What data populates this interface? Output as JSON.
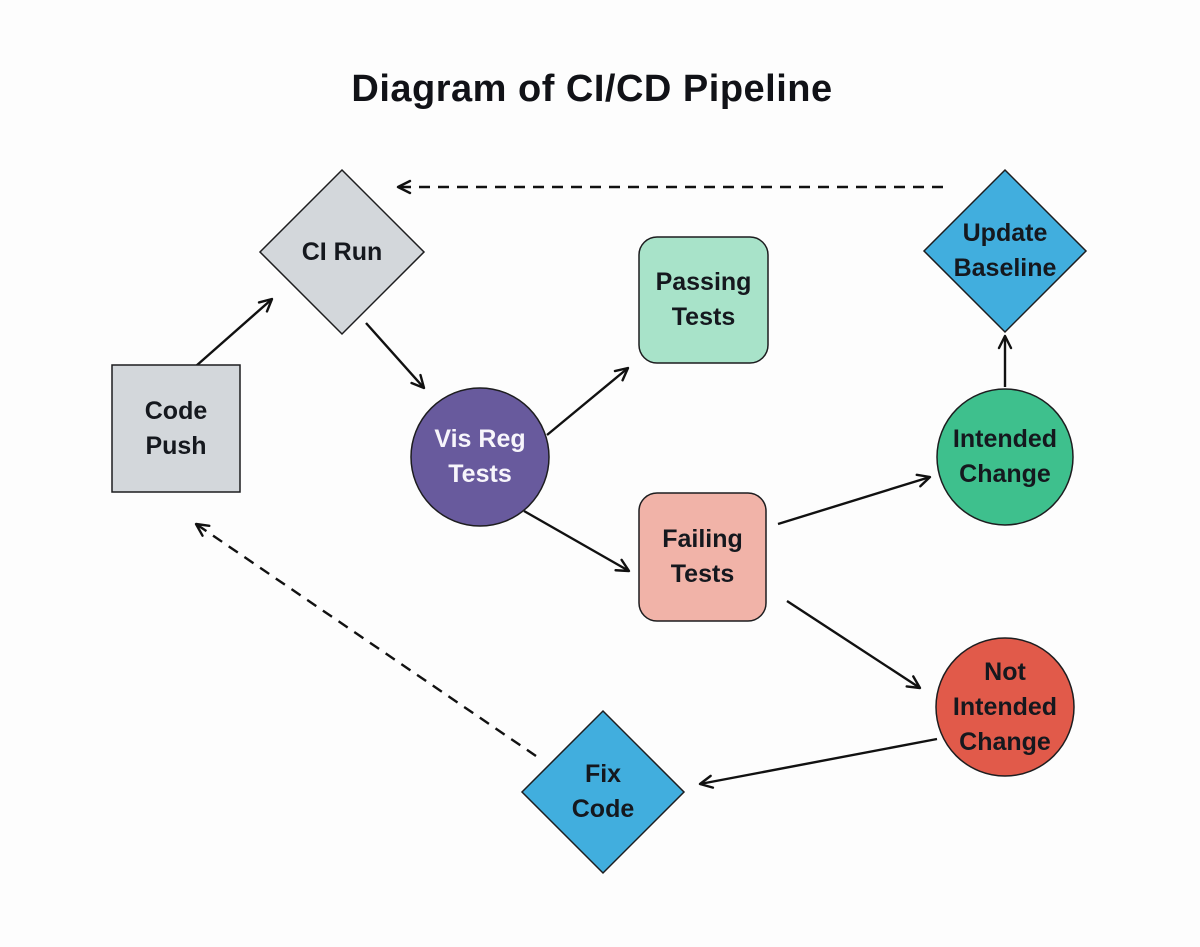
{
  "title": "Diagram of CI/CD Pipeline",
  "colors": {
    "background": "#fdfdfd",
    "shape_stroke": "#1d1d1f",
    "arrow": "#111111",
    "title_text": "#111217",
    "dark_label_text": "#15181e",
    "light_label_text": "#f7f5fb",
    "gray": "#d3d7db",
    "purple": "#685a9d",
    "mint": "#a8e3c9",
    "salmon": "#f1b3a8",
    "green": "#3ec08d",
    "red": "#e15a4a",
    "blue": "#41aede"
  },
  "nodes": {
    "code_push": {
      "shape": "square",
      "fill": "#d3d7db",
      "text_color": "#15181e",
      "lines": [
        "Code",
        "Push"
      ]
    },
    "ci_run": {
      "shape": "diamond",
      "fill": "#d3d7db",
      "text_color": "#15181e",
      "lines": [
        "CI Run"
      ]
    },
    "vis_reg_tests": {
      "shape": "circle",
      "fill": "#685a9d",
      "text_color": "#f7f5fb",
      "lines": [
        "Vis Reg",
        "Tests"
      ]
    },
    "passing_tests": {
      "shape": "rounded-square",
      "fill": "#a8e3c9",
      "text_color": "#15181e",
      "lines": [
        "Passing",
        "Tests"
      ]
    },
    "failing_tests": {
      "shape": "rounded-square",
      "fill": "#f1b3a8",
      "text_color": "#15181e",
      "lines": [
        "Failing",
        "Tests"
      ]
    },
    "intended_change": {
      "shape": "circle",
      "fill": "#3ec08d",
      "text_color": "#15181e",
      "lines": [
        "Intended",
        "Change"
      ]
    },
    "update_baseline": {
      "shape": "diamond",
      "fill": "#41aede",
      "text_color": "#15181e",
      "lines": [
        "Update",
        "Baseline"
      ]
    },
    "not_intended_change": {
      "shape": "circle",
      "fill": "#e15a4a",
      "text_color": "#15181e",
      "lines": [
        "Not",
        "Intended",
        "Change"
      ]
    },
    "fix_code": {
      "shape": "diamond",
      "fill": "#41aede",
      "text_color": "#15181e",
      "lines": [
        "Fix",
        "Code"
      ]
    }
  },
  "edges": [
    {
      "from": "code_push",
      "to": "ci_run",
      "style": "solid"
    },
    {
      "from": "ci_run",
      "to": "vis_reg_tests",
      "style": "solid"
    },
    {
      "from": "vis_reg_tests",
      "to": "passing_tests",
      "style": "solid"
    },
    {
      "from": "vis_reg_tests",
      "to": "failing_tests",
      "style": "solid"
    },
    {
      "from": "failing_tests",
      "to": "intended_change",
      "style": "solid"
    },
    {
      "from": "failing_tests",
      "to": "not_intended_change",
      "style": "solid"
    },
    {
      "from": "intended_change",
      "to": "update_baseline",
      "style": "solid"
    },
    {
      "from": "not_intended_change",
      "to": "fix_code",
      "style": "solid"
    },
    {
      "from": "update_baseline",
      "to": "ci_run",
      "style": "dashed"
    },
    {
      "from": "fix_code",
      "to": "code_push",
      "style": "dashed"
    }
  ]
}
